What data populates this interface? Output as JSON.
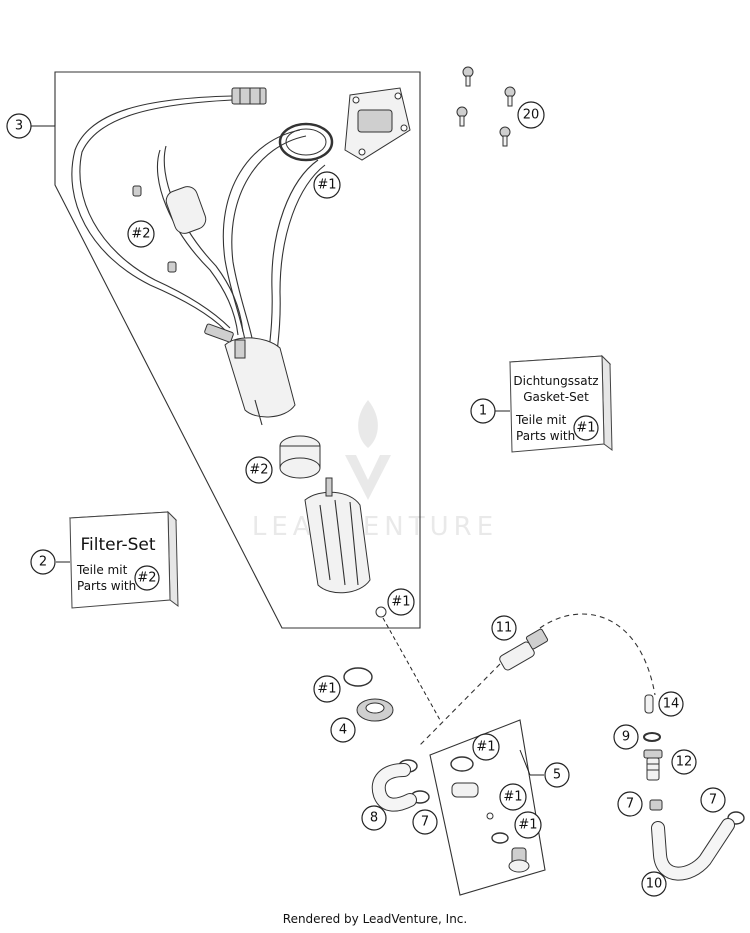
{
  "callouts": {
    "c1": "1",
    "c2": "2",
    "c3": "3",
    "c4": "4",
    "c5": "5",
    "c7a": "7",
    "c7b": "7",
    "c7c": "7",
    "c8": "8",
    "c9": "9",
    "c10": "10",
    "c11": "11",
    "c12": "12",
    "c14": "14",
    "c20": "20",
    "ref1a": "#1",
    "ref1b": "#1",
    "ref1c": "#1",
    "ref1d": "#1",
    "ref1e": "#1",
    "ref1f": "#1",
    "ref2a": "#2",
    "ref2b": "#2"
  },
  "gasket_set_box": {
    "line1": "Dichtungssatz",
    "line2": "Gasket-Set",
    "line3": "Teile mit",
    "line4": "Parts with",
    "ref": "#1"
  },
  "filter_set_box": {
    "title": "Filter-Set",
    "line1": "Teile mit",
    "line2": "Parts with",
    "ref": "#2"
  },
  "watermark": "LEADVENTURE",
  "footer": "Rendered by LeadVenture, Inc."
}
